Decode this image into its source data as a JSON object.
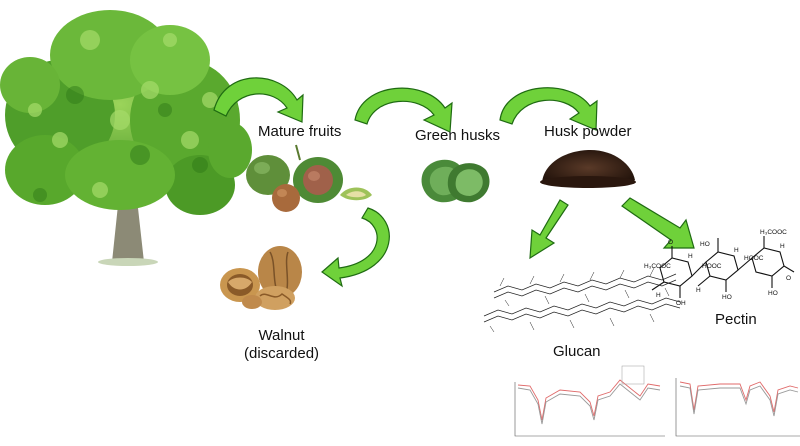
{
  "labels": {
    "mature_fruits": "Mature fruits",
    "green_husks": "Green husks",
    "husk_powder": "Husk powder",
    "walnut_line1": "Walnut",
    "walnut_line2": "(discarded)",
    "pectin": "Pectin",
    "glucan": "Glucan"
  },
  "colors": {
    "arrow_fill": "#6fd13a",
    "arrow_stroke": "#1f6b12",
    "tree_foliage": "#5fae2e",
    "tree_trunk": "#8b8b78",
    "husk_green": "#5f9e4a",
    "powder": "#3a2418",
    "walnut": "#c8975a",
    "spectrum_red": "#e06a6a"
  },
  "icons": [
    "tree-illustration",
    "mature-fruits-image",
    "green-husks-image",
    "husk-powder-image",
    "walnut-image",
    "pectin-structure",
    "glucan-structure",
    "ftir-spectrum-chart"
  ]
}
